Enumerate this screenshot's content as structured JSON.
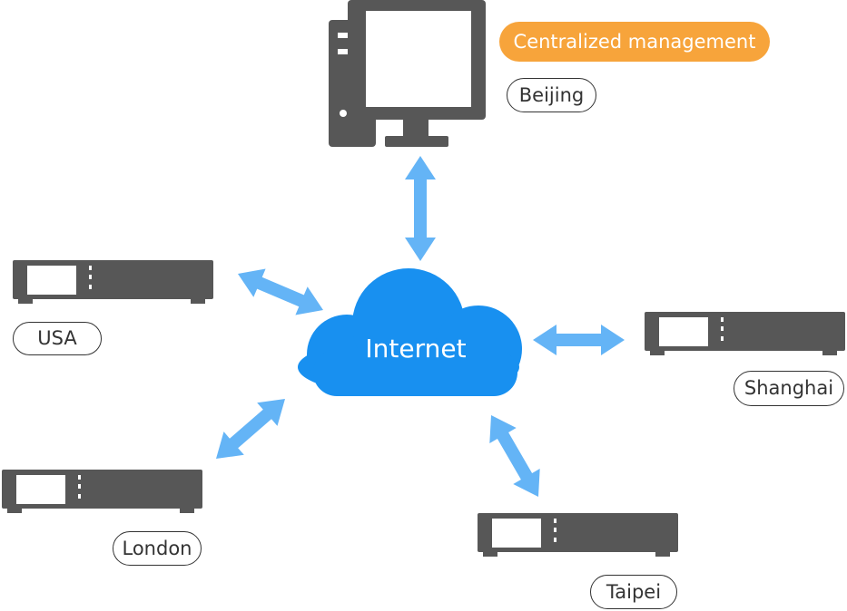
{
  "hub": {
    "label": "Internet",
    "icon": "cloud-icon",
    "color": "#1890f0"
  },
  "management": {
    "badge": "Centralized management",
    "location": "Beijing",
    "icon": "desktop-computer-icon",
    "badge_color": "#f7a43b"
  },
  "nodes": [
    {
      "name": "usa",
      "label": "USA",
      "icon": "network-device-icon"
    },
    {
      "name": "shanghai",
      "label": "Shanghai",
      "icon": "network-device-icon"
    },
    {
      "name": "london",
      "label": "London",
      "icon": "network-device-icon"
    },
    {
      "name": "taipei",
      "label": "Taipei",
      "icon": "network-device-icon"
    }
  ],
  "colors": {
    "device": "#575757",
    "arrow": "#64b4f6",
    "outline": "#333333"
  }
}
